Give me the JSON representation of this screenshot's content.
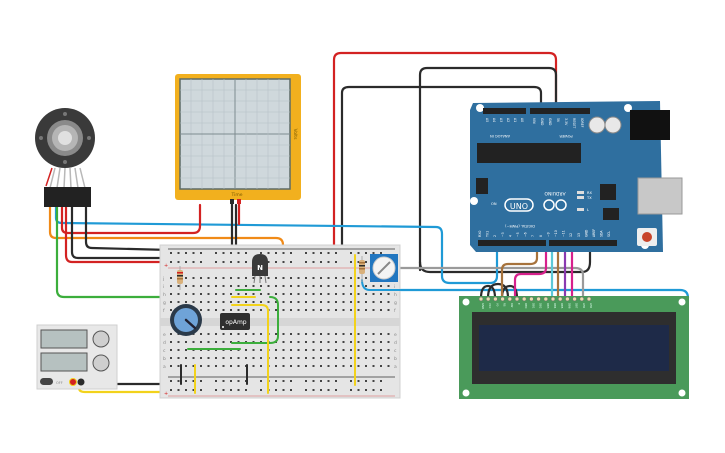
{
  "scene": {
    "title": "Arduino circuit with breadboard, oscilloscope, motor encoder, power supply and LCD"
  },
  "oscilloscope": {
    "x_label": "Time",
    "y_label": "Volts",
    "frame_color": "#f2b01e",
    "screen_color": "#cfd8dc"
  },
  "arduino": {
    "logo_text": "ARDUINO",
    "model": "UNO",
    "board_color": "#2f6f9f",
    "header_analog": "ANALOG IN",
    "header_power": "POWER",
    "header_digital": "DIGITAL (PWM~)",
    "analog_pins": [
      "A5",
      "A4",
      "A3",
      "A2",
      "A1",
      "A0"
    ],
    "power_pins": [
      "VIN",
      "GND",
      "GND",
      "5V",
      "3.3V",
      "RESET",
      "IOREF"
    ],
    "digital_pins": [
      "RX0",
      "TX1",
      "2",
      "~3",
      "4",
      "~5",
      "~6",
      "7",
      "8",
      "~9",
      "~10",
      "~11",
      "12",
      "13",
      "GND",
      "AREF",
      "SDA",
      "SCL"
    ],
    "leds": [
      "RX",
      "TX",
      "L"
    ],
    "on_label": "ON"
  },
  "lcd": {
    "board_color": "#4a9a5a",
    "screen_color": "#1e2a48",
    "pins": [
      "GND",
      "VCC",
      "V0",
      "RS",
      "RW",
      "E",
      "DB0",
      "DB1",
      "DB2",
      "DB3",
      "DB4",
      "DB5",
      "DB6",
      "DB7",
      "LED",
      "LED"
    ]
  },
  "breadboard": {
    "row_letters_top": [
      "j",
      "i",
      "h",
      "g",
      "f"
    ],
    "row_letters_bottom": [
      "e",
      "d",
      "c",
      "b",
      "a"
    ],
    "rail_plus": "+",
    "rail_minus": "-"
  },
  "components": {
    "transistor_label": "N",
    "opamp_label": "opAmp"
  },
  "power_supply": {
    "switch_label": "OFF"
  },
  "wire_colors": {
    "red": "#d32222",
    "black": "#2b2b2b",
    "blue": "#1f9ad6",
    "orange": "#f08a17",
    "green": "#3cae3c",
    "yellow": "#f2d21b",
    "brown": "#a7733c",
    "magenta": "#d6208c",
    "purple": "#8a3ab0",
    "cyan": "#5cc8d8",
    "gray": "#9a9a9a"
  }
}
